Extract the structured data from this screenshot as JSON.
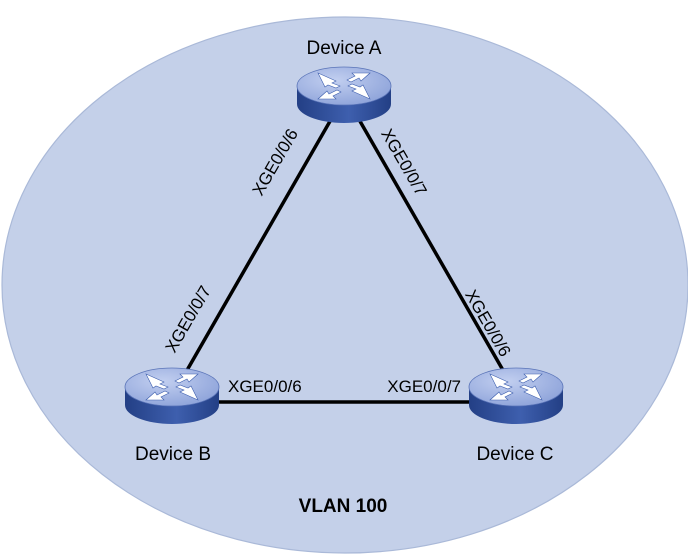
{
  "colors": {
    "background": "#ffffff",
    "vlan_area": "#c4d0e9",
    "vlan_area_border": "#aab9d8",
    "link": "#000000",
    "router_top": "#8aa0d8",
    "router_top_light": "#c2cff0",
    "router_side": "#3e5fae",
    "router_side_dark": "#233f85",
    "router_arrows": "#ffffff"
  },
  "vlan": {
    "label": "VLAN 100"
  },
  "devices": [
    {
      "id": "A",
      "label": "Device A",
      "icon": "router-icon"
    },
    {
      "id": "B",
      "label": "Device B",
      "icon": "router-icon"
    },
    {
      "id": "C",
      "label": "Device C",
      "icon": "router-icon"
    }
  ],
  "links": [
    {
      "id": "a-b",
      "from": "A",
      "to": "B",
      "from_port": "XGE0/0/6",
      "to_port": "XGE0/0/7"
    },
    {
      "id": "a-c",
      "from": "A",
      "to": "C",
      "from_port": "XGE0/0/7",
      "to_port": "XGE0/0/6"
    },
    {
      "id": "b-c",
      "from": "B",
      "to": "C",
      "from_port": "XGE0/0/6",
      "to_port": "XGE0/0/7"
    }
  ]
}
